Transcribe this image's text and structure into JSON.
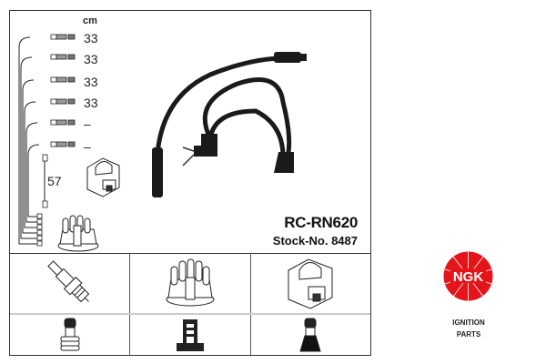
{
  "diagram": {
    "unit_label": "cm",
    "lead_lengths": [
      "33",
      "33",
      "33",
      "33",
      "–",
      "–"
    ],
    "coil_lead_length": "57"
  },
  "product": {
    "model": "RC-RN620",
    "stock_number": "Stock-No. 8487"
  },
  "component_grid": {
    "row1": [
      {
        "icon": "spark-plug-icon"
      },
      {
        "icon": "distributor-cap-icon"
      },
      {
        "icon": "ignition-coil-icon"
      }
    ],
    "row2": [
      {
        "icon": "plug-boot-straight-icon"
      },
      {
        "icon": "distributor-boot-icon"
      },
      {
        "icon": "coil-boot-icon"
      }
    ]
  },
  "brand": {
    "logo_text": "NGK",
    "caption_line1": "IGNITION",
    "caption_line2": "PARTS",
    "color": "#e4141b"
  }
}
